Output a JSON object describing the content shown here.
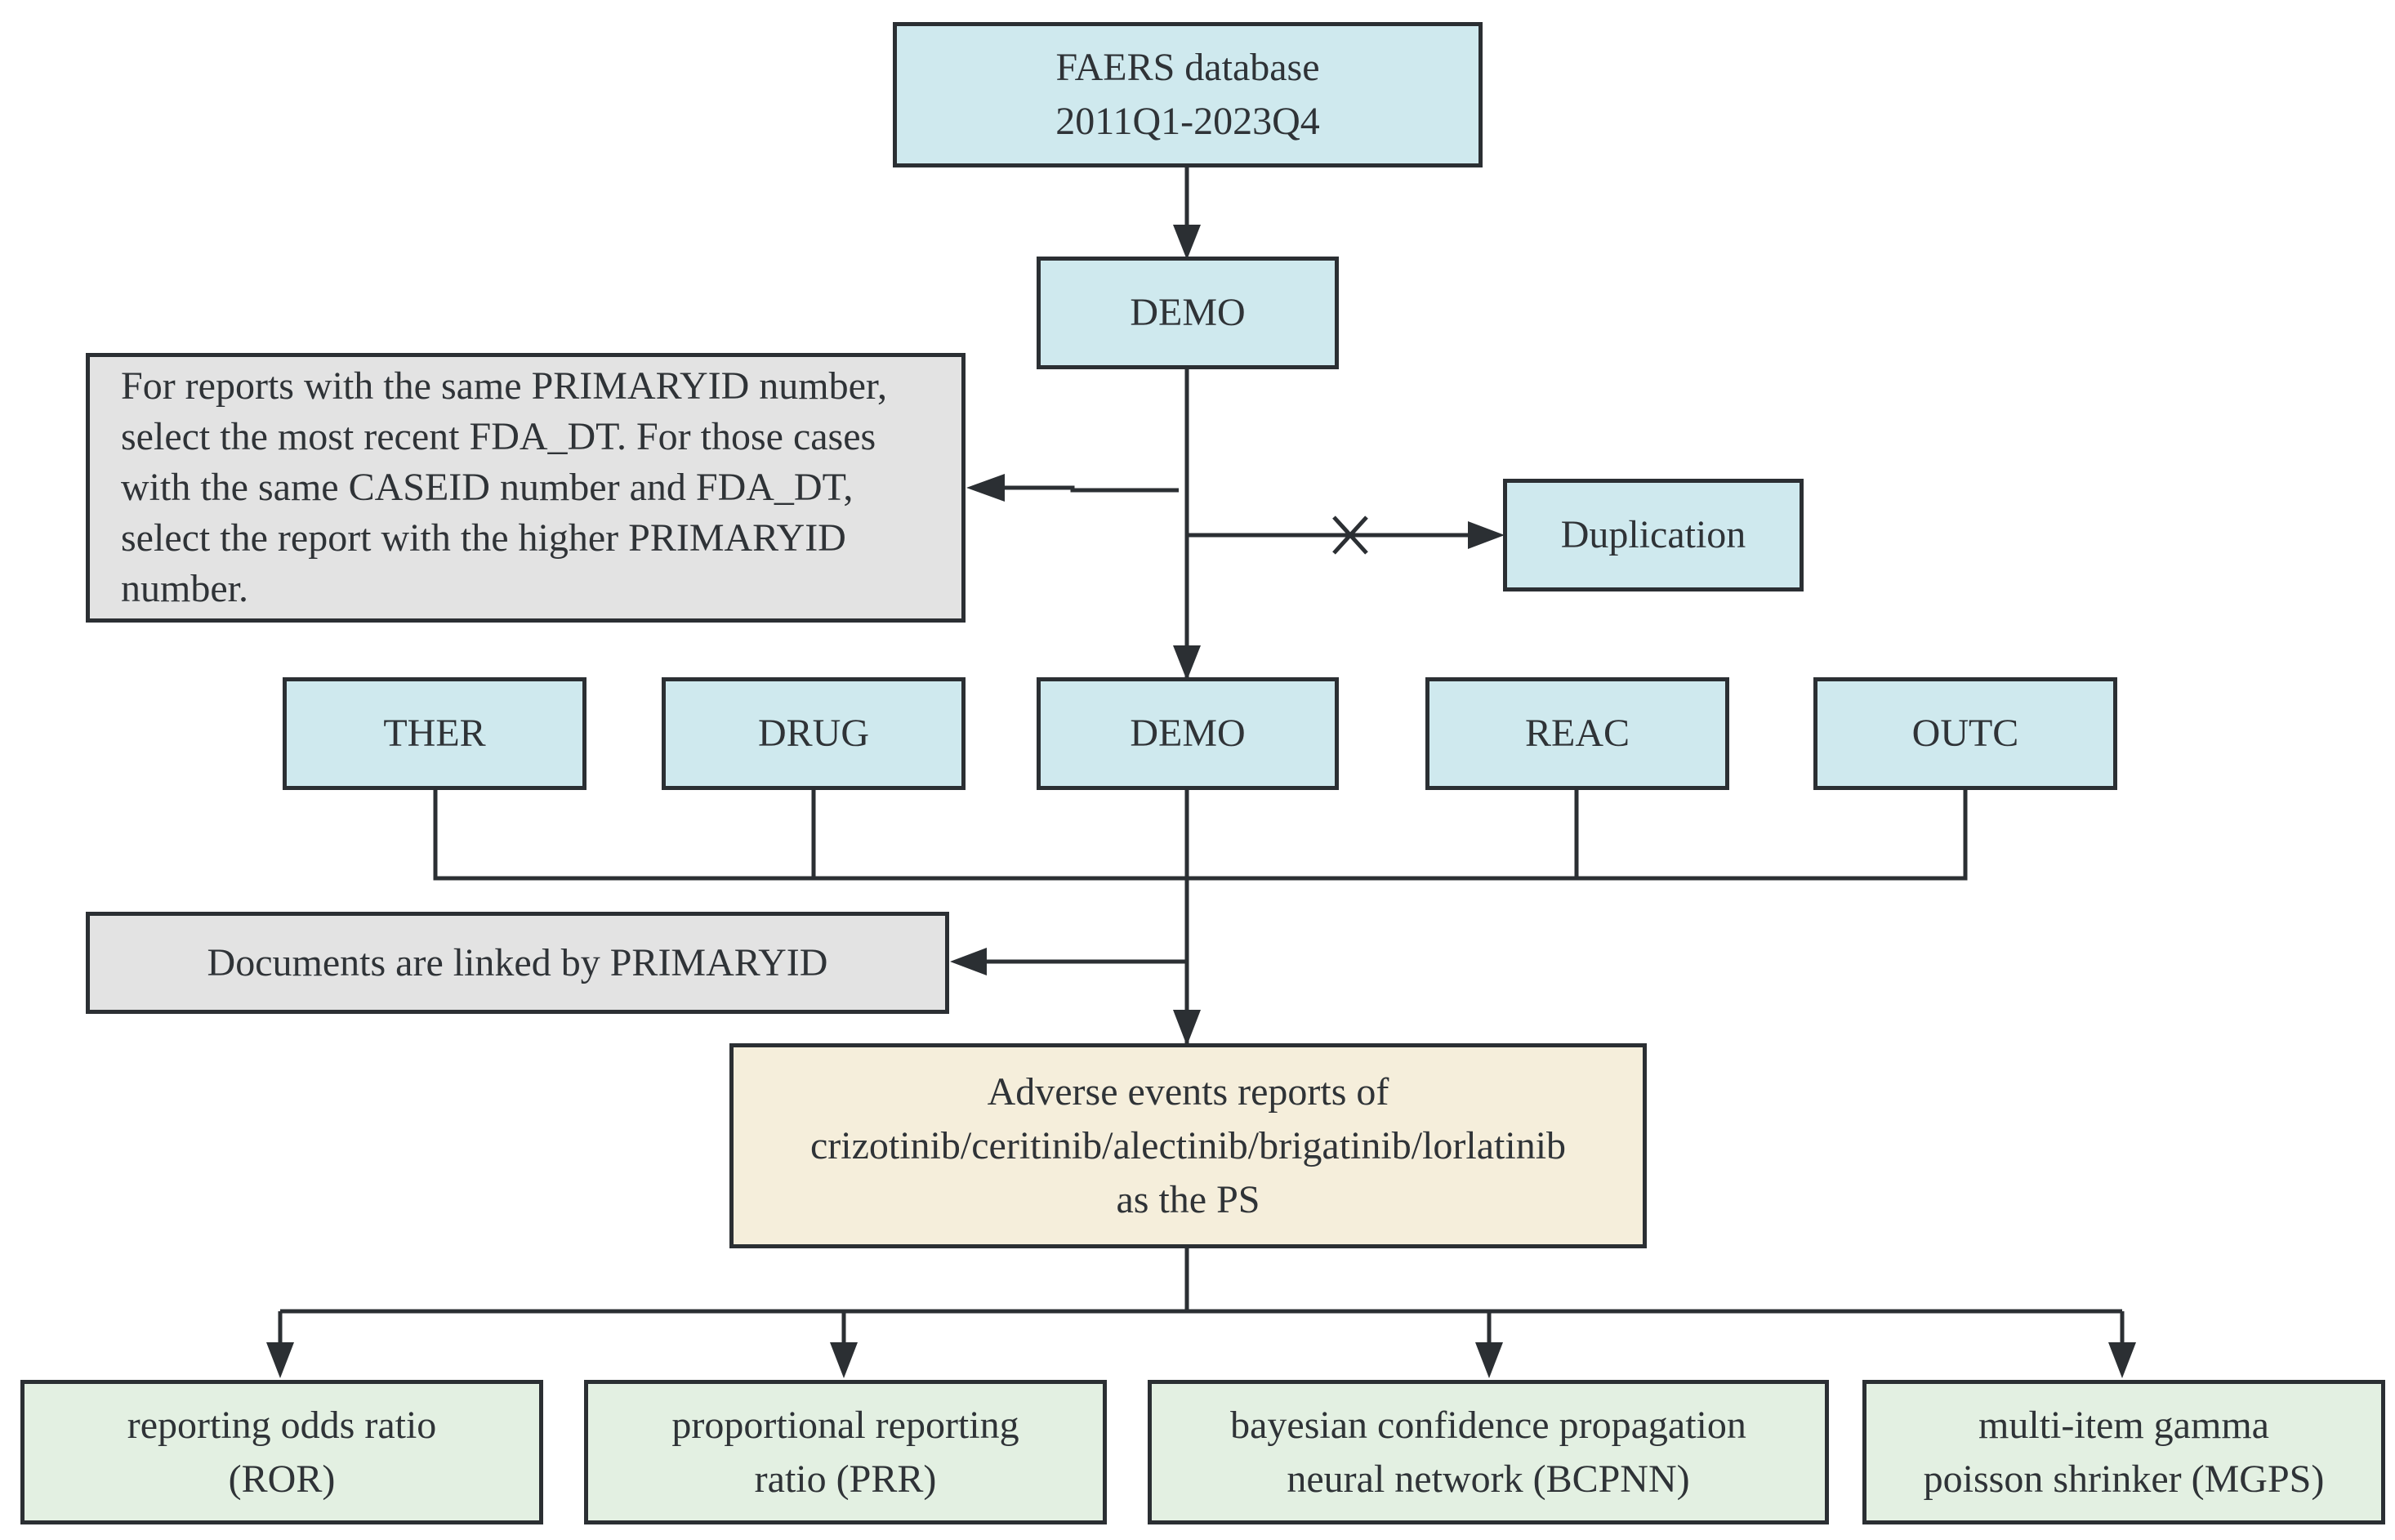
{
  "nodes": {
    "faers": {
      "line1": "FAERS database",
      "line2": "2011Q1-2023Q4"
    },
    "demo_top": {
      "label": "DEMO"
    },
    "dedup_rule": {
      "lines": [
        "For reports with the same PRIMARYID number,",
        "select the most recent FDA_DT. For those cases",
        "with the same CASEID number and FDA_DT,",
        "select the report with the higher PRIMARYID",
        "number."
      ]
    },
    "duplication": {
      "label": "Duplication"
    },
    "tables": [
      {
        "label": "THER"
      },
      {
        "label": "DRUG"
      },
      {
        "label": "DEMO"
      },
      {
        "label": "REAC"
      },
      {
        "label": "OUTC"
      }
    ],
    "linked": {
      "label": "Documents are linked by PRIMARYID"
    },
    "adverse": {
      "lines": [
        "Adverse events reports of",
        "crizotinib/ceritinib/alectinib/brigatinib/lorlatinib",
        "as the PS"
      ]
    },
    "methods": [
      {
        "line1": "reporting odds ratio",
        "line2": "(ROR)"
      },
      {
        "line1": "proportional reporting",
        "line2": "ratio (PRR)"
      },
      {
        "line1": "bayesian confidence propagation",
        "line2": "neural network (BCPNN)"
      },
      {
        "line1": "multi-item gamma",
        "line2": "poisson shrinker (MGPS)"
      }
    ]
  },
  "colors": {
    "line": "#2b2f33",
    "source_fill": "#cfe9ee",
    "note_fill": "#e3e3e3",
    "result_fill": "#f5eedb",
    "method_fill": "#e3f0e2"
  }
}
